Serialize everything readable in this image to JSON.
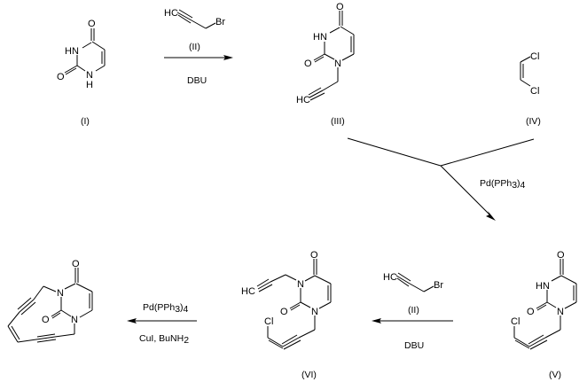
{
  "scheme": {
    "title": "Synthesis of bridged uracil enediyne",
    "compounds": {
      "I": {
        "label": "(I)",
        "atoms": {
          "O4": "O",
          "NH3": "HN",
          "O2": "O",
          "N1": "N",
          "H1": "H"
        }
      },
      "II_top": {
        "label": "(II)",
        "atoms": {
          "HC": "HC",
          "Br": "Br"
        }
      },
      "III": {
        "label": "(III)",
        "atoms": {
          "O4": "O",
          "NH3": "HN",
          "O2": "O",
          "N1": "N",
          "HC": "HC"
        }
      },
      "IV": {
        "label": "(IV)",
        "atoms": {
          "Cl1": "Cl",
          "Cl2": "Cl"
        }
      },
      "V": {
        "label": "(V)",
        "atoms": {
          "O4": "O",
          "NH3": "HN",
          "O2": "O",
          "N1": "N",
          "Cl": "Cl"
        }
      },
      "II_bottom": {
        "label": "(II)",
        "atoms": {
          "HC": "HC",
          "Br": "Br"
        }
      },
      "VI": {
        "label": "(VI)",
        "atoms": {
          "O4": "O",
          "N3": "N",
          "O2": "O",
          "N1": "N",
          "HC": "HC",
          "Cl": "Cl"
        }
      },
      "product": {
        "atoms": {
          "O4": "O",
          "N3": "N",
          "O2": "O",
          "N1": "N"
        }
      }
    },
    "steps": [
      {
        "id": "step1",
        "direction": "right",
        "reagent_above": "(II)",
        "reagent_below": "DBU"
      },
      {
        "id": "step2",
        "direction": "down-right",
        "reagent_main": "Pd(PPh",
        "reagent_sub": "3",
        "reagent_tail": ")",
        "reagent_sub2": "4"
      },
      {
        "id": "step3",
        "direction": "left",
        "reagent_above": "(II)",
        "reagent_below": "DBU"
      },
      {
        "id": "step4",
        "direction": "left",
        "reagent_above_main": "Pd(PPh",
        "reagent_above_sub": "3",
        "reagent_above_tail": ")",
        "reagent_above_sub2": "4",
        "reagent_below_main": "CuI, BuNH",
        "reagent_below_sub": "2"
      }
    ]
  }
}
